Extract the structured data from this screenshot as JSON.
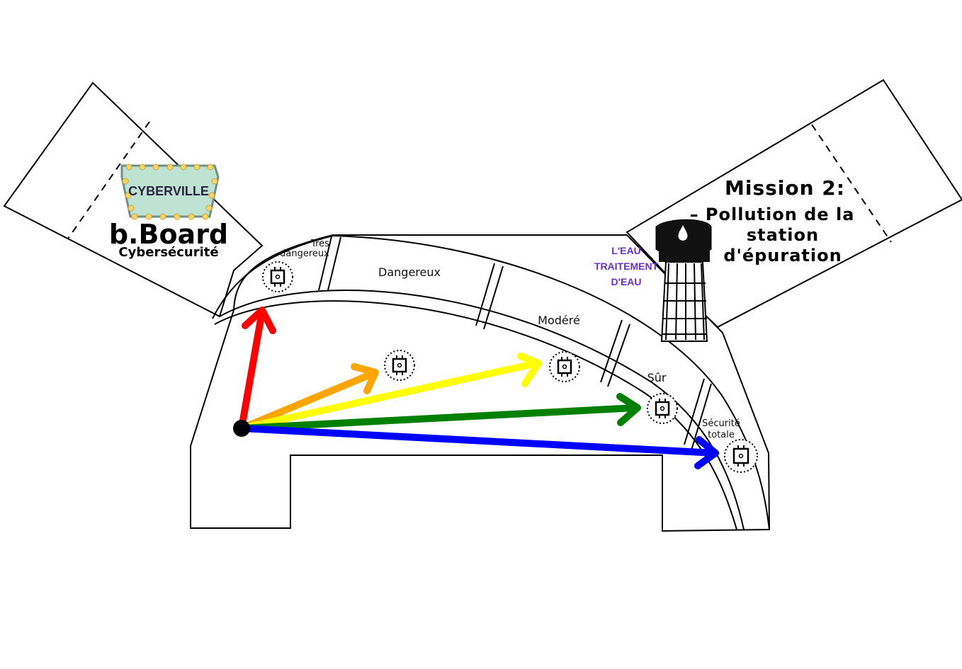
{
  "brand": {
    "sign_text": "CYBERVILLE",
    "title": "b.Board",
    "subtitle": "Cybersécurité"
  },
  "mission": {
    "line1": "Mission 2:",
    "line2": "– Pollution de la",
    "line3": "station",
    "line4": "d'épuration"
  },
  "water_tower": {
    "line1": "L'EAU",
    "line2": "TRAITEMENT",
    "line3": "D'EAU",
    "label_color": "#6a2fd6",
    "icon": "water-tower-icon"
  },
  "zones": [
    {
      "id": "tres-dangereux",
      "line1": "Très",
      "line2": "dangereux"
    },
    {
      "id": "dangereux",
      "line1": "Dangereux"
    },
    {
      "id": "modere",
      "line1": "Modéré"
    },
    {
      "id": "sur",
      "line1": "Sûr"
    },
    {
      "id": "securite-totale",
      "line1": "Sécurité",
      "line2": "totale"
    }
  ],
  "arrows": [
    {
      "id": "red",
      "color": "#ff0000"
    },
    {
      "id": "orange",
      "color": "#ffa500"
    },
    {
      "id": "yellow",
      "color": "#ffff00"
    },
    {
      "id": "green",
      "color": "#008000"
    },
    {
      "id": "blue",
      "color": "#0000ff"
    }
  ],
  "token_icon": "chip-token-icon",
  "sign_color": "#bfe3d2"
}
